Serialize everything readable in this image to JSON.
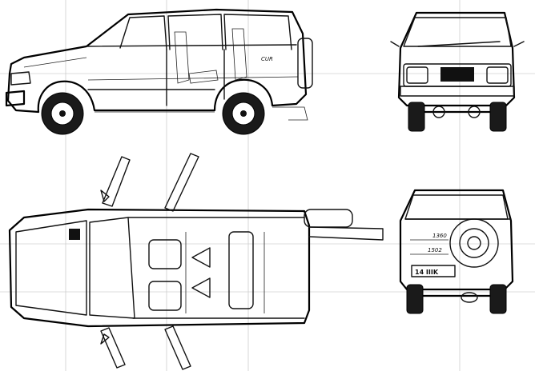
{
  "rear_view": {
    "dimension_upper": "1360",
    "dimension_lower": "1502",
    "plate_text": "14 IIIK"
  },
  "side_view": {
    "body_badge": "CUR"
  },
  "line_color": "#111111",
  "grid_color": "#bdbdbd"
}
